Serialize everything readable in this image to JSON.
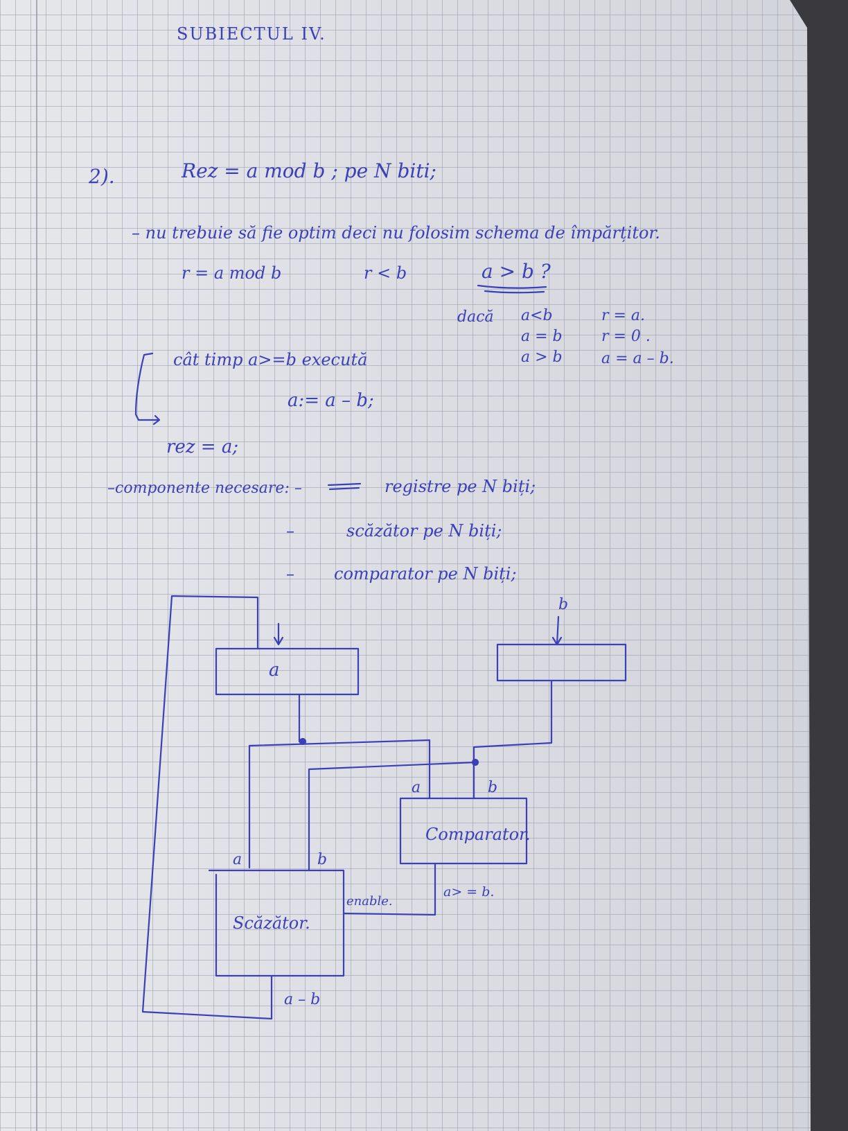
{
  "header": {
    "title": "SUBIECTUL IV."
  },
  "problem": {
    "number": "2).",
    "statement": "Rez = a mod b ; pe N biti;",
    "note": "– nu trebuie să fie optim deci nu folosim schema de împărțitor.",
    "def_r": "r = a mod b",
    "r_lt_b": "r < b",
    "question": "a > b ?"
  },
  "cases": {
    "daca": "dacă",
    "rows": [
      {
        "cond": "a<b",
        "result": "r = a."
      },
      {
        "cond": "a = b",
        "result": "r = 0 ."
      },
      {
        "cond": "a > b",
        "result": "a = a – b."
      }
    ]
  },
  "algorithm": {
    "loop": "cât timp a>=b execută",
    "body": "a:= a – b;",
    "result": "rez = a;"
  },
  "components": {
    "label": "–componente necesare: –",
    "items": [
      "registre pe N biți;",
      "scăzător pe N biți;",
      "comparator pe N biți;"
    ],
    "dashes": [
      "–",
      "–"
    ]
  },
  "diagram": {
    "reg_a_label": "a",
    "input_b_label": "b",
    "comparator_label": "Comparator.",
    "comparator_in_a": "a",
    "comparator_in_b": "b",
    "comparator_out": "a> = b.",
    "subtractor_label": "Scăzător.",
    "subtractor_in_a": "a",
    "subtractor_in_b": "b",
    "enable_label": "enable.",
    "output_label": "a – b"
  },
  "colors": {
    "ink": "#3b3fb8",
    "paper": "#d9dbe1",
    "grid": "#969bac"
  }
}
